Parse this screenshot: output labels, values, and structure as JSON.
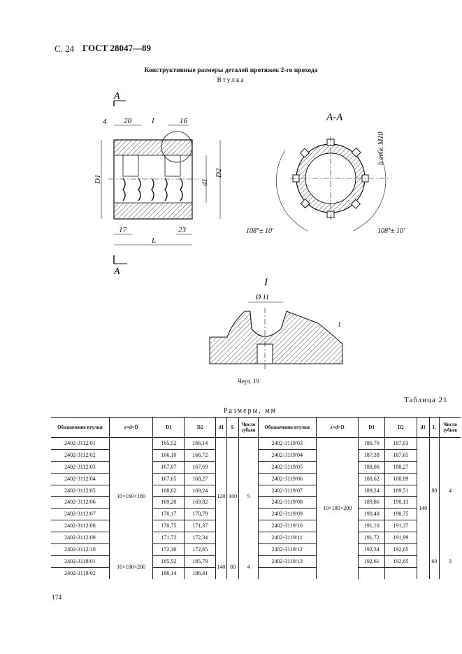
{
  "header": {
    "page": "С. 24",
    "gost": "ГОСТ 28047—89"
  },
  "title": "Конструктивные размеры деталей протяжек 2-го прохода",
  "subtitle": "Втулка",
  "drawing": {
    "section_mark": "А",
    "view_label": "А-А",
    "detail_mark": "I",
    "dims": {
      "d4": "4",
      "d20": "20",
      "d16": "16",
      "d17": "17",
      "d23": "23",
      "L": "L",
      "D1": "D1",
      "D2": "D2",
      "d1": "d1",
      "hole": "b отв. М10",
      "angle_left": "108°± 10'",
      "angle_right": "108°± 10'",
      "dia11": "Ø 11",
      "one": "1"
    }
  },
  "caption": "Черт. 19",
  "table_no": "Таблица 21",
  "units": "Размеры, мм",
  "table": {
    "headers": [
      "Обозначение втулки",
      "z×d×D",
      "D1",
      "D2",
      "d1",
      "L",
      "Число зубьев",
      "Обозначение втулки",
      "z×d×D",
      "D1",
      "D2",
      "d1",
      "L",
      "Число зубьев"
    ],
    "left_rows": [
      [
        "2402-3112/01",
        "165,52",
        "166,14"
      ],
      [
        "2402-3112/02",
        "166,10",
        "166,72"
      ],
      [
        "2402-3112/03",
        "167,07",
        "167,69"
      ],
      [
        "2402-3112/04",
        "167,65",
        "168,27"
      ],
      [
        "2402-3112/05",
        "168,62",
        "169,24"
      ],
      [
        "2402-3112/06",
        "169,20",
        "169,82"
      ],
      [
        "2402-3112/07",
        "170,17",
        "170,79"
      ],
      [
        "2402-3112/08",
        "170,75",
        "171,37"
      ],
      [
        "2402-3112/09",
        "171,72",
        "172,34"
      ],
      [
        "2402-3112/10",
        "172,30",
        "172,65"
      ],
      [
        "2402-3119/01",
        "185,52",
        "185,79"
      ],
      [
        "2402-3119/02",
        "186,14",
        "186,41"
      ]
    ],
    "left_groups": {
      "zdD_a": "10×160×180",
      "d1_a": "120",
      "L_a": "100",
      "teeth_a": "5",
      "zdD_b": "10×180×200",
      "d1_b": "140",
      "L_b": "80",
      "teeth_b": "4"
    },
    "right_rows": [
      [
        "2402-3119/03",
        "186,76",
        "187,03"
      ],
      [
        "2402-3119/04",
        "187,38",
        "187,65"
      ],
      [
        "2402-3119/05",
        "188,00",
        "188,27"
      ],
      [
        "2402-3119/06",
        "188,62",
        "188,89"
      ],
      [
        "2402-3119/07",
        "189,24",
        "189,51"
      ],
      [
        "2402-3119/08",
        "189,86",
        "190,13"
      ],
      [
        "2402-3119/09",
        "190,48",
        "190,75"
      ],
      [
        "2402-3119/10",
        "191,10",
        "191,37"
      ],
      [
        "2402-3119/11",
        "191,72",
        "191,99"
      ],
      [
        "2402-3119/12",
        "192,34",
        "192,65"
      ],
      [
        "2402-3119/13",
        "192,61",
        "192,65"
      ]
    ],
    "right_groups": {
      "zdD": "10×180×200",
      "d1": "140",
      "L_a": "80",
      "teeth_a": "4",
      "L_b": "60",
      "teeth_b": "3"
    }
  },
  "page_number": "174"
}
